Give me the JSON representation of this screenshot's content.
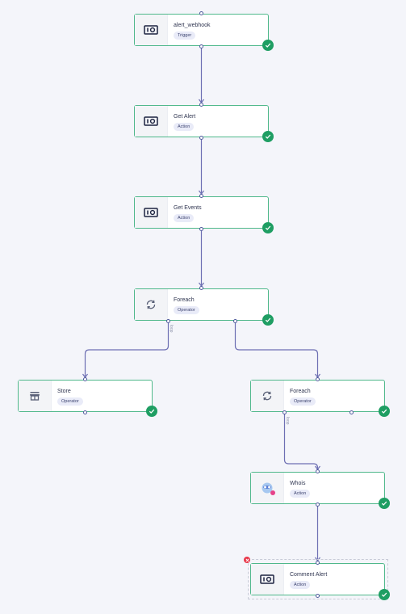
{
  "colors": {
    "background": "#f4f5fa",
    "node_border": "#4fb88b",
    "edge": "#6d6fb3",
    "success": "#1f9e63",
    "error": "#e8384a",
    "badge_bg": "#e9ebf8"
  },
  "nodes": [
    {
      "id": "alert_webhook",
      "title": "alert_webhook",
      "badge": "Trigger",
      "icon": "webhook-icon",
      "status": "success"
    },
    {
      "id": "get_alert",
      "title": "Get Alert",
      "badge": "Action",
      "icon": "webhook-icon",
      "status": "success"
    },
    {
      "id": "get_events",
      "title": "Get Events",
      "badge": "Action",
      "icon": "webhook-icon",
      "status": "success"
    },
    {
      "id": "foreach_1",
      "title": "Foreach",
      "badge": "Operator",
      "icon": "loop-icon",
      "status": "success"
    },
    {
      "id": "store",
      "title": "Store",
      "badge": "Operator",
      "icon": "store-icon",
      "status": "success"
    },
    {
      "id": "foreach_2",
      "title": "Foreach",
      "badge": "Operator",
      "icon": "loop-icon",
      "status": "success"
    },
    {
      "id": "whois",
      "title": "Whois",
      "badge": "Action",
      "icon": "whois-icon",
      "status": "success"
    },
    {
      "id": "comment_alert",
      "title": "Comment Alert",
      "badge": "Action",
      "icon": "webhook-icon",
      "status": "success",
      "error": true
    }
  ],
  "edges": [
    {
      "from": "alert_webhook",
      "to": "get_alert"
    },
    {
      "from": "get_alert",
      "to": "get_events"
    },
    {
      "from": "get_events",
      "to": "foreach_1"
    },
    {
      "from": "foreach_1",
      "to": "store",
      "label": "loop"
    },
    {
      "from": "foreach_1",
      "to": "foreach_2"
    },
    {
      "from": "foreach_2",
      "to": "whois",
      "label": "loop"
    },
    {
      "from": "whois",
      "to": "comment_alert"
    }
  ]
}
